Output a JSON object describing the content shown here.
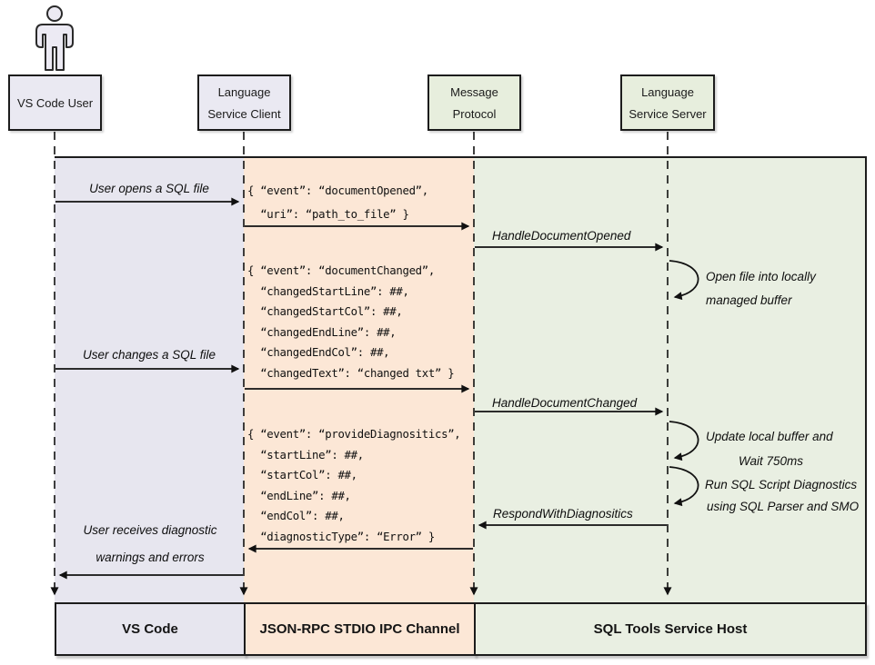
{
  "palette": {
    "lavender_column": "#e7e6ef",
    "peach_column": "#fce7d6",
    "green_column": "#e9efe2",
    "header_lavender": "#eae9f2",
    "header_green": "#e7eedd",
    "line_color": "#1c1c1c"
  },
  "actors": {
    "user": {
      "line1": "VS Code User"
    },
    "client": {
      "line1": "Language",
      "line2": "Service Client"
    },
    "protocol": {
      "line1": "Message",
      "line2": "Protocol"
    },
    "server": {
      "line1": "Language",
      "line2": "Service Server"
    }
  },
  "lanes": {
    "vscode": "VS Code",
    "ipc": "JSON-RPC STDIO IPC Channel",
    "host": "SQL Tools Service Host"
  },
  "labels": {
    "open_file": "User opens a SQL file",
    "change_file": "User changes a SQL file",
    "receive_l1": "User receives diagnostic",
    "receive_l2": "warnings and errors",
    "handle_opened": "HandleDocumentOpened",
    "handle_changed": "HandleDocumentChanged",
    "respond": "RespondWithDiagnositics",
    "open_buffer_l1": "Open file into locally",
    "open_buffer_l2": "managed buffer",
    "update_l1": "Update local buffer and",
    "update_l2": "Wait 750ms",
    "run_l1": "Run SQL Script Diagnostics",
    "run_l2": "using SQL Parser and SMO"
  },
  "code": {
    "document_opened": [
      "{ “event”: “documentOpened”,",
      "  “uri”: “path_to_file” }"
    ],
    "document_changed": [
      "{ “event”: “documentChanged”,",
      "  “changedStartLine”: ##,",
      "  “changedStartCol”: ##,",
      "  “changedEndLine”: ##,",
      "  “changedEndCol”: ##,",
      "  “changedText”: “changed txt” }"
    ],
    "provide_diagnostics": [
      "{ “event”: “provideDiagnositics”,",
      "  “startLine”: ##,",
      "  “startCol”: ##,",
      "  “endLine”: ##,",
      "  “endCol”: ##,",
      "  “diagnosticType”: “Error” }"
    ]
  }
}
